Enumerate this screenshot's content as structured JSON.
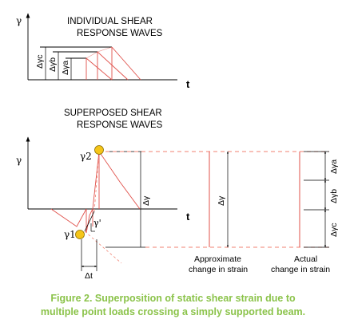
{
  "top_diagram": {
    "title_line1": "INDIVIDUAL SHEAR",
    "title_line2": "RESPONSE WAVES",
    "y_axis_label": "γ",
    "x_axis_label": "t",
    "dim_labels": [
      "Δγc",
      "Δγb",
      "Δγa"
    ]
  },
  "bottom_diagram": {
    "title_line1": "SUPERPOSED SHEAR",
    "title_line2": "RESPONSE WAVES",
    "y_axis_label": "γ",
    "x_axis_label": "t",
    "gamma2_label": "γ2",
    "gamma1_label": "γ1",
    "gamma_prime_label": "γ'",
    "delta_gamma_label": "Δγ",
    "delta_t_label": "Δt",
    "approx_delta_gamma_label": "Δγ",
    "approx_line1": "Approximate",
    "approx_line2": "change in strain",
    "actual_labels": [
      "Δγa",
      "Δγb",
      "Δγc"
    ],
    "actual_line1": "Actual",
    "actual_line2": "change in strain"
  },
  "caption": {
    "line1": "Figure 2. Superposition of static shear strain due to",
    "line2": "multiple point loads crossing a simply supported beam."
  },
  "colors": {
    "wave": "#e0504a",
    "dashed": "#f08070",
    "marker": "#f5c518",
    "caption": "#8bc34a",
    "axis": "#000000"
  }
}
